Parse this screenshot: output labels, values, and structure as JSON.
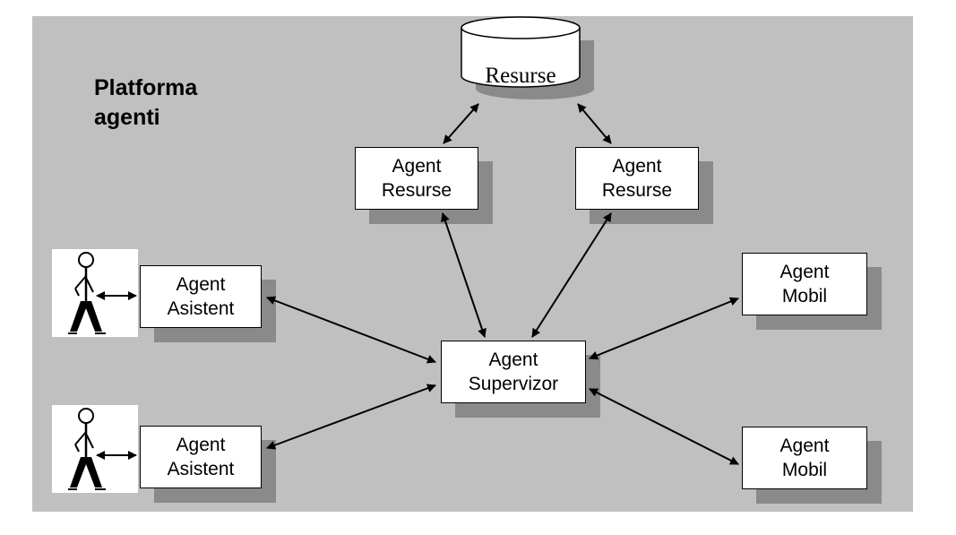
{
  "platform": {
    "title_line1": "Platforma",
    "title_line2": "agenti"
  },
  "resources": {
    "label": "Resurse"
  },
  "agents": {
    "resource_left": {
      "line1": "Agent",
      "line2": "Resurse"
    },
    "resource_right": {
      "line1": "Agent",
      "line2": "Resurse"
    },
    "assistant_top": {
      "line1": "Agent",
      "line2": "Asistent"
    },
    "assistant_bottom": {
      "line1": "Agent",
      "line2": "Asistent"
    },
    "supervisor": {
      "line1": "Agent",
      "line2": "Supervizor"
    },
    "mobile_top": {
      "line1": "Agent",
      "line2": "Mobil"
    },
    "mobile_bottom": {
      "line1": "Agent",
      "line2": "Mobil"
    }
  },
  "users": [
    {
      "icon": "stick-figure-user-icon"
    },
    {
      "icon": "stick-figure-user-icon"
    }
  ],
  "connections": [
    [
      "resources",
      "resource_left"
    ],
    [
      "resources",
      "resource_right"
    ],
    [
      "resource_left",
      "supervisor"
    ],
    [
      "resource_right",
      "supervisor"
    ],
    [
      "assistant_top",
      "supervisor"
    ],
    [
      "assistant_bottom",
      "supervisor"
    ],
    [
      "mobile_top",
      "supervisor"
    ],
    [
      "mobile_bottom",
      "supervisor"
    ],
    [
      "user_top",
      "assistant_top"
    ],
    [
      "user_bottom",
      "assistant_bottom"
    ]
  ]
}
